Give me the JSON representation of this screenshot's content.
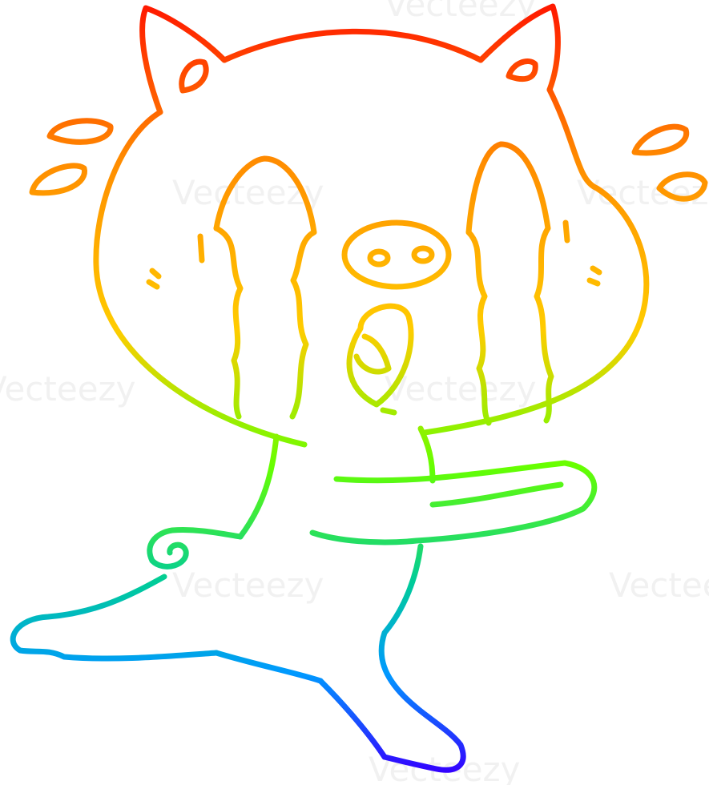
{
  "illustration": {
    "subject": "crying pig running",
    "style": "rainbow gradient line art",
    "gradient_stops": [
      "#ff1a00",
      "#ff8c00",
      "#ffcc00",
      "#66ff00",
      "#00cc99",
      "#0099ff",
      "#3300ff"
    ]
  },
  "watermark": {
    "text": "Vecteezy",
    "fragments": [
      "Vecteezy",
      "Vecteezy",
      "Vecteezy",
      "Vecteezy",
      "Vecteezy",
      "Vecteezy",
      "Vecteezy",
      "Vecteezy"
    ]
  }
}
